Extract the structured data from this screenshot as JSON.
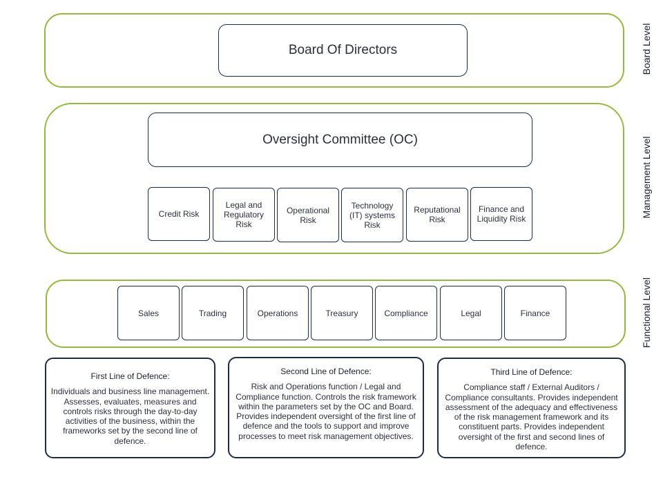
{
  "board": {
    "label": "Board Level",
    "title": "Board Of Directors"
  },
  "management": {
    "label": "Management Level",
    "title": "Oversight Committee (OC)",
    "risks": [
      "Credit Risk",
      "Legal and Regulatory Risk",
      "Operational Risk",
      "Technology (IT) systems Risk",
      "Reputational Risk",
      "Finance and Liquidity Risk"
    ]
  },
  "functional": {
    "label": "Functional Level",
    "units": [
      "Sales",
      "Trading",
      "Operations",
      "Treasury",
      "Compliance",
      "Legal",
      "Finance"
    ]
  },
  "defence": [
    {
      "title": "First Line of Defence:",
      "text": "Individuals and business line management. Assesses, evaluates, measures and controls risks through the day-to-day activities of the business, within the frameworks set by the second line of defence."
    },
    {
      "title": "Second Line of Defence:",
      "text": "Risk and Operations function / Legal and Compliance function. Controls the risk framework within the parameters set by the OC and Board. Provides independent oversight of the first line of defence and the tools to support and improve processes to meet risk management objectives."
    },
    {
      "title": "Third Line of Defence:",
      "text": "Compliance staff / External Auditors / Compliance consultants. Provides independent assessment of the adequacy and effectiveness of the risk management framework and its constituent parts. Provides independent oversight of the first and second lines of defence."
    }
  ]
}
